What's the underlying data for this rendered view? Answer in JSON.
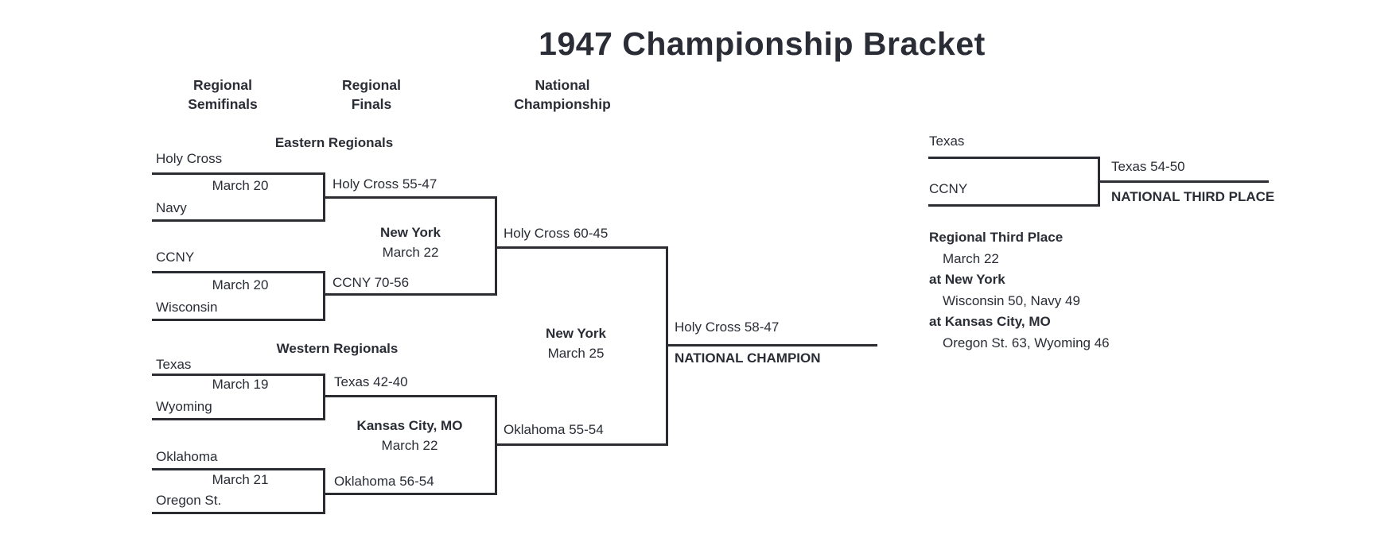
{
  "title": "1947 Championship Bracket",
  "round_headers": {
    "semifinals": "Regional\nSemifinals",
    "finals": "Regional\nFinals",
    "championship": "National\nChampionship"
  },
  "eastern": {
    "header": "Eastern Regionals",
    "semifinal_1": {
      "team_top": "Holy Cross",
      "team_bottom": "Navy",
      "date": "March 20",
      "result": "Holy Cross 55-47"
    },
    "semifinal_2": {
      "team_top": "CCNY",
      "team_bottom": "Wisconsin",
      "date": "March 20",
      "result": "CCNY 70-56"
    },
    "final": {
      "site": "New York",
      "date": "March 22",
      "result": "Holy Cross 60-45"
    }
  },
  "western": {
    "header": "Western Regionals",
    "semifinal_1": {
      "team_top": "Texas",
      "team_bottom": "Wyoming",
      "date": "March 19",
      "result": "Texas 42-40"
    },
    "semifinal_2": {
      "team_top": "Oklahoma",
      "team_bottom": "Oregon St.",
      "date": "March 21",
      "result": "Oklahoma 56-54"
    },
    "final": {
      "site": "Kansas City, MO",
      "date": "March 22",
      "result": "Oklahoma 55-54"
    }
  },
  "national_final": {
    "site": "New York",
    "date": "March 25",
    "result": "Holy Cross 58-47",
    "label": "NATIONAL CHAMPION"
  },
  "third_place": {
    "team_top": "Texas",
    "team_bottom": "CCNY",
    "result": "Texas 54-50",
    "label": "NATIONAL THIRD PLACE"
  },
  "regional_third_place": {
    "header": "Regional Third Place",
    "date": "March 22",
    "game_1": {
      "site": "at New York",
      "result": "Wisconsin 50, Navy 49"
    },
    "game_2": {
      "site": "at Kansas City, MO",
      "result": "Oregon St. 63, Wyoming 46"
    }
  }
}
